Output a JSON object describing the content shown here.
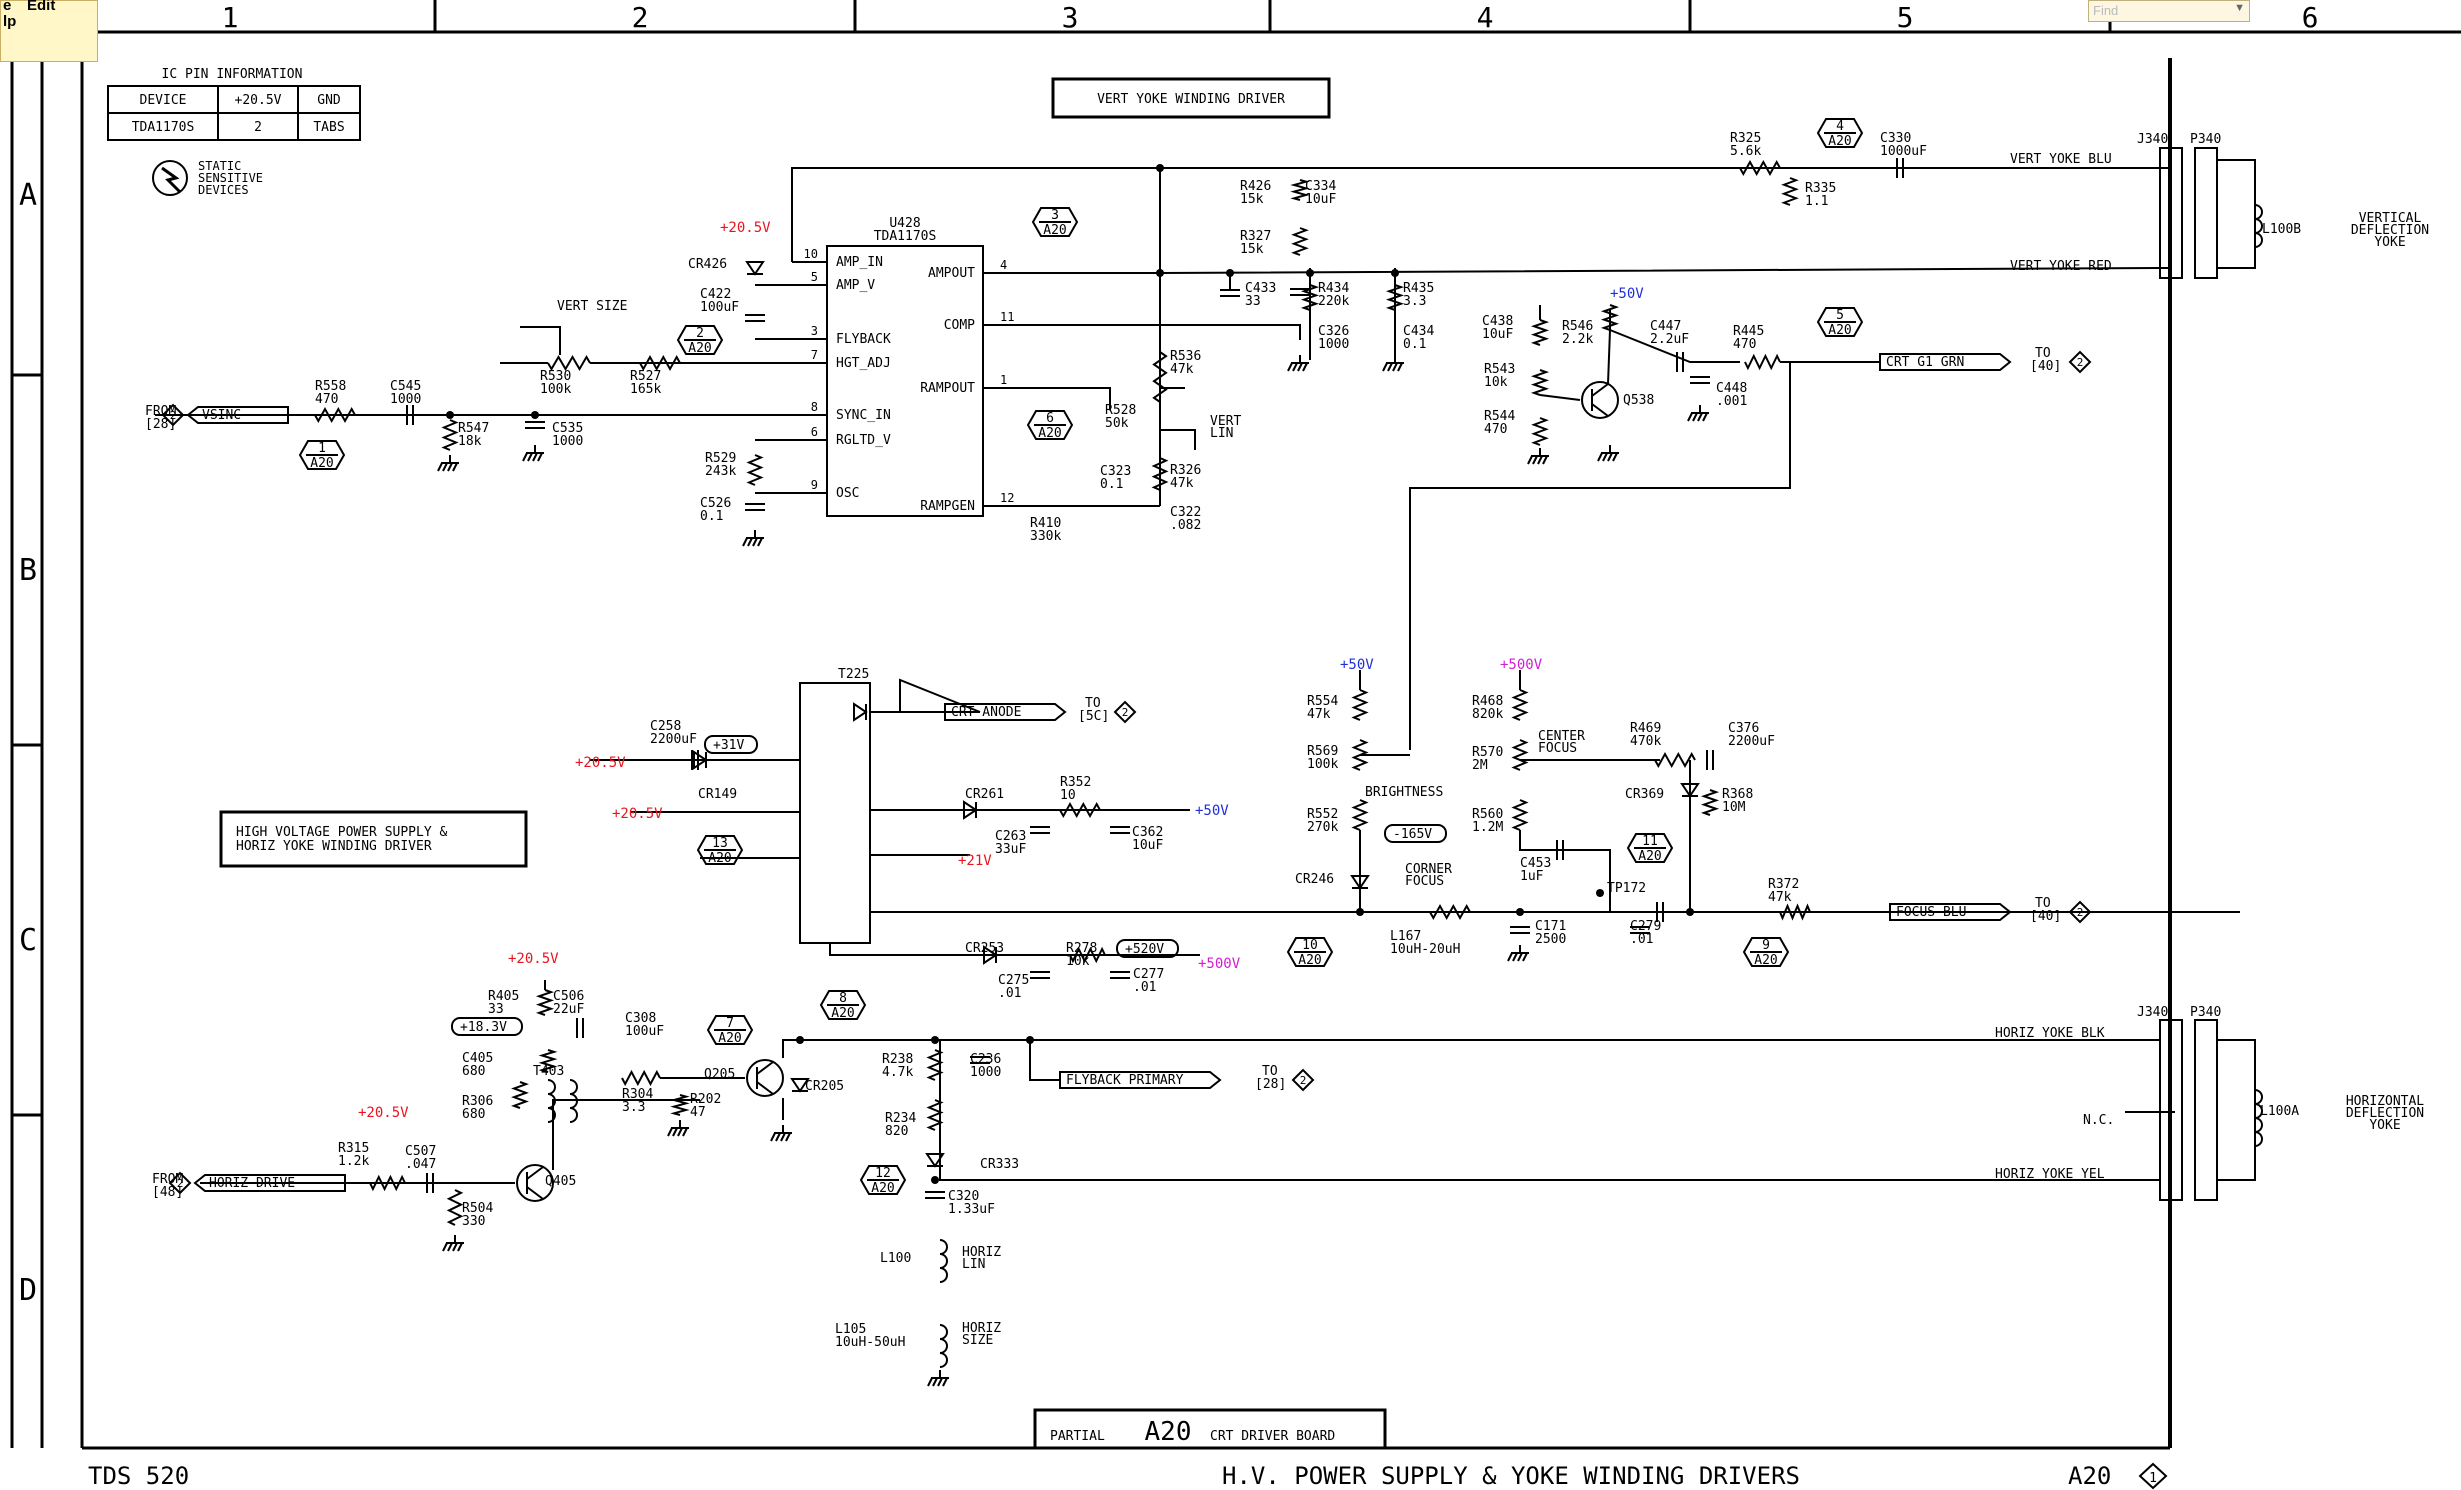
{
  "viewer": {
    "menu_edit": "Edit",
    "menu_help": "lp",
    "menu_file": "e",
    "find_placeholder": "Find",
    "find_dropdown_icon": "chevron-down-icon"
  },
  "colors": {
    "red": "#e8141e",
    "blue": "#1f2fd6",
    "magenta": "#d21ed2"
  },
  "grid": {
    "columns": [
      "1",
      "2",
      "3",
      "4",
      "5",
      "6"
    ],
    "rows": [
      "A",
      "B",
      "C",
      "D"
    ]
  },
  "pin_table": {
    "title": "IC PIN INFORMATION",
    "headers": [
      "DEVICE",
      "+20.5V",
      "GND"
    ],
    "rows": [
      [
        "TDA1170S",
        "2",
        "TABS"
      ]
    ]
  },
  "static_note": [
    "STATIC",
    "SENSITIVE",
    "DEVICES"
  ],
  "titles": {
    "vert": "VERT YOKE WINDING DRIVER",
    "hv": [
      "HIGH VOLTAGE POWER SUPPLY &",
      "HORIZ YOKE WINDING DRIVER"
    ]
  },
  "ic": {
    "ref": "U428",
    "part": "TDA1170S",
    "pins_left": [
      [
        "10",
        "AMP_IN"
      ],
      [
        "5",
        "AMP_V"
      ],
      [
        "3",
        "FLYBACK"
      ],
      [
        "7",
        "HGT_ADJ"
      ],
      [
        "8",
        "SYNC_IN"
      ],
      [
        "6",
        "RGLTD_V"
      ],
      [
        "9",
        "OSC"
      ]
    ],
    "pins_right": [
      [
        "4",
        "AMPOUT"
      ],
      [
        "11",
        "COMP"
      ],
      [
        "1",
        "RAMPOUT"
      ],
      [
        "12",
        "RAMPGEN"
      ]
    ]
  },
  "labels": {
    "from": "FROM",
    "to": "TO",
    "vsinc": "VSINC",
    "vsinc_ref": "[28]",
    "horiz_drive": "HORIZ DRIVE",
    "horiz_drive_ref": "[48]",
    "crt_g1": "CRT G1 GRN",
    "crt_g1_ref": "[40]",
    "focus_blu": "FOCUS BLU",
    "focus_blu_ref": "[40]",
    "crt_anode": "CRT ANODE",
    "crt_anode_ref": "[5C]",
    "flyback": "FLYBACK PRIMARY",
    "flyback_ref": "[28]",
    "vert_blu": "VERT YOKE BLU",
    "vert_red": "VERT YOKE RED",
    "horiz_blk": "HORIZ YOKE BLK",
    "horiz_yel": "HORIZ YOKE YEL",
    "vert_size": "VERT SIZE",
    "vert_lin": [
      "VERT",
      "LIN"
    ],
    "brightness": "BRIGHTNESS",
    "center_focus": [
      "CENTER",
      "FOCUS"
    ],
    "corner_focus": [
      "CORNER",
      "FOCUS"
    ],
    "horiz_lin": [
      "HORIZ",
      "LIN"
    ],
    "horiz_size": [
      "HORIZ",
      "SIZE"
    ],
    "nc": "N.C.",
    "vert_defl": [
      "VERTICAL",
      "DEFLECTION",
      "YOKE"
    ],
    "horiz_defl": [
      "HORIZONTAL",
      "DEFLECTION",
      "YOKE"
    ],
    "l100b": "L100B",
    "l100a": "L100A",
    "j340": "J340",
    "p340": "P340",
    "t225": "T225",
    "t403": "T403",
    "tp172": "TP172"
  },
  "supplies": {
    "p205": "+20.5V",
    "p50": "+50V",
    "p500": "+500V",
    "p21": "+21V",
    "p520": "+520V",
    "p31": "+31V",
    "m165": "-165V",
    "p183": "+18.3V"
  },
  "bubbles": [
    "1",
    "2",
    "3",
    "4",
    "5",
    "6",
    "7",
    "8",
    "9",
    "10",
    "11",
    "12",
    "13"
  ],
  "bubble_board": "A20",
  "components": [
    [
      "R558",
      "470"
    ],
    [
      "C545",
      "1000"
    ],
    [
      "R547",
      "18k"
    ],
    [
      "C535",
      "1000"
    ],
    [
      "R530",
      "100k"
    ],
    [
      "R527",
      "165k"
    ],
    [
      "CR426",
      ""
    ],
    [
      "C422",
      "100uF"
    ],
    [
      "R529",
      "243k"
    ],
    [
      "C526",
      "0.1"
    ],
    [
      "R426",
      "15k"
    ],
    [
      "C334",
      "10uF"
    ],
    [
      "R327",
      "15k"
    ],
    [
      "C433",
      "33"
    ],
    [
      "R434",
      "220k"
    ],
    [
      "R435",
      "3.3"
    ],
    [
      "C326",
      "1000"
    ],
    [
      "C434",
      "0.1"
    ],
    [
      "R536",
      "47k"
    ],
    [
      "R528",
      "50k"
    ],
    [
      "C323",
      "0.1"
    ],
    [
      "R326",
      "47k"
    ],
    [
      "R410",
      "330k"
    ],
    [
      "C322",
      ".082"
    ],
    [
      "R325",
      "5.6k"
    ],
    [
      "C330",
      "1000uF"
    ],
    [
      "R335",
      "1.1"
    ],
    [
      "C438",
      "10uF"
    ],
    [
      "R546",
      "2.2k"
    ],
    [
      "R543",
      "10k"
    ],
    [
      "R544",
      "470"
    ],
    [
      "Q538",
      ""
    ],
    [
      "C447",
      "2.2uF"
    ],
    [
      "R445",
      "470"
    ],
    [
      "C448",
      ".001"
    ],
    [
      "C258",
      "2200uF"
    ],
    [
      "CR149",
      ""
    ],
    [
      "CR261",
      ""
    ],
    [
      "R352",
      "10"
    ],
    [
      "C263",
      "33uF"
    ],
    [
      "C362",
      "10uF"
    ],
    [
      "CR253",
      ""
    ],
    [
      "R278",
      "10k"
    ],
    [
      "C275",
      ".01"
    ],
    [
      "C277",
      ".01"
    ],
    [
      "R554",
      "47k"
    ],
    [
      "R569",
      "100k"
    ],
    [
      "R552",
      "270k"
    ],
    [
      "CR246",
      ""
    ],
    [
      "R468",
      "820k"
    ],
    [
      "R570",
      "2M"
    ],
    [
      "R560",
      "1.2M"
    ],
    [
      "C453",
      "1uF"
    ],
    [
      "R469",
      "470k"
    ],
    [
      "C376",
      "2200uF"
    ],
    [
      "CR369",
      ""
    ],
    [
      "R368",
      "10M"
    ],
    [
      "L167",
      "10uH-20uH"
    ],
    [
      "C171",
      "2500"
    ],
    [
      "C279",
      ".01"
    ],
    [
      "R372",
      "47k"
    ],
    [
      "R405",
      "33"
    ],
    [
      "C506",
      "22uF"
    ],
    [
      "C308",
      "100uF"
    ],
    [
      "C405",
      "680"
    ],
    [
      "R306",
      "680"
    ],
    [
      "R304",
      "3.3"
    ],
    [
      "R202",
      "47"
    ],
    [
      "Q205",
      ""
    ],
    [
      "CR205",
      ""
    ],
    [
      "R238",
      "4.7k"
    ],
    [
      "C236",
      "1000"
    ],
    [
      "R234",
      "820"
    ],
    [
      "CR333",
      ""
    ],
    [
      "C320",
      "1.33uF"
    ],
    [
      "L100",
      ""
    ],
    [
      "L105",
      "10uH-50uH"
    ],
    [
      "R315",
      "1.2k"
    ],
    [
      "C507",
      ".047"
    ],
    [
      "R504",
      "330"
    ],
    [
      "Q405",
      ""
    ]
  ],
  "footer": {
    "partial": "PARTIAL",
    "board": "A20",
    "board_name": "CRT DRIVER BOARD",
    "model": "TDS 520",
    "title": "H.V. POWER SUPPLY & YOKE WINDING DRIVERS",
    "sheet": "A20",
    "sheet_no": "1"
  }
}
